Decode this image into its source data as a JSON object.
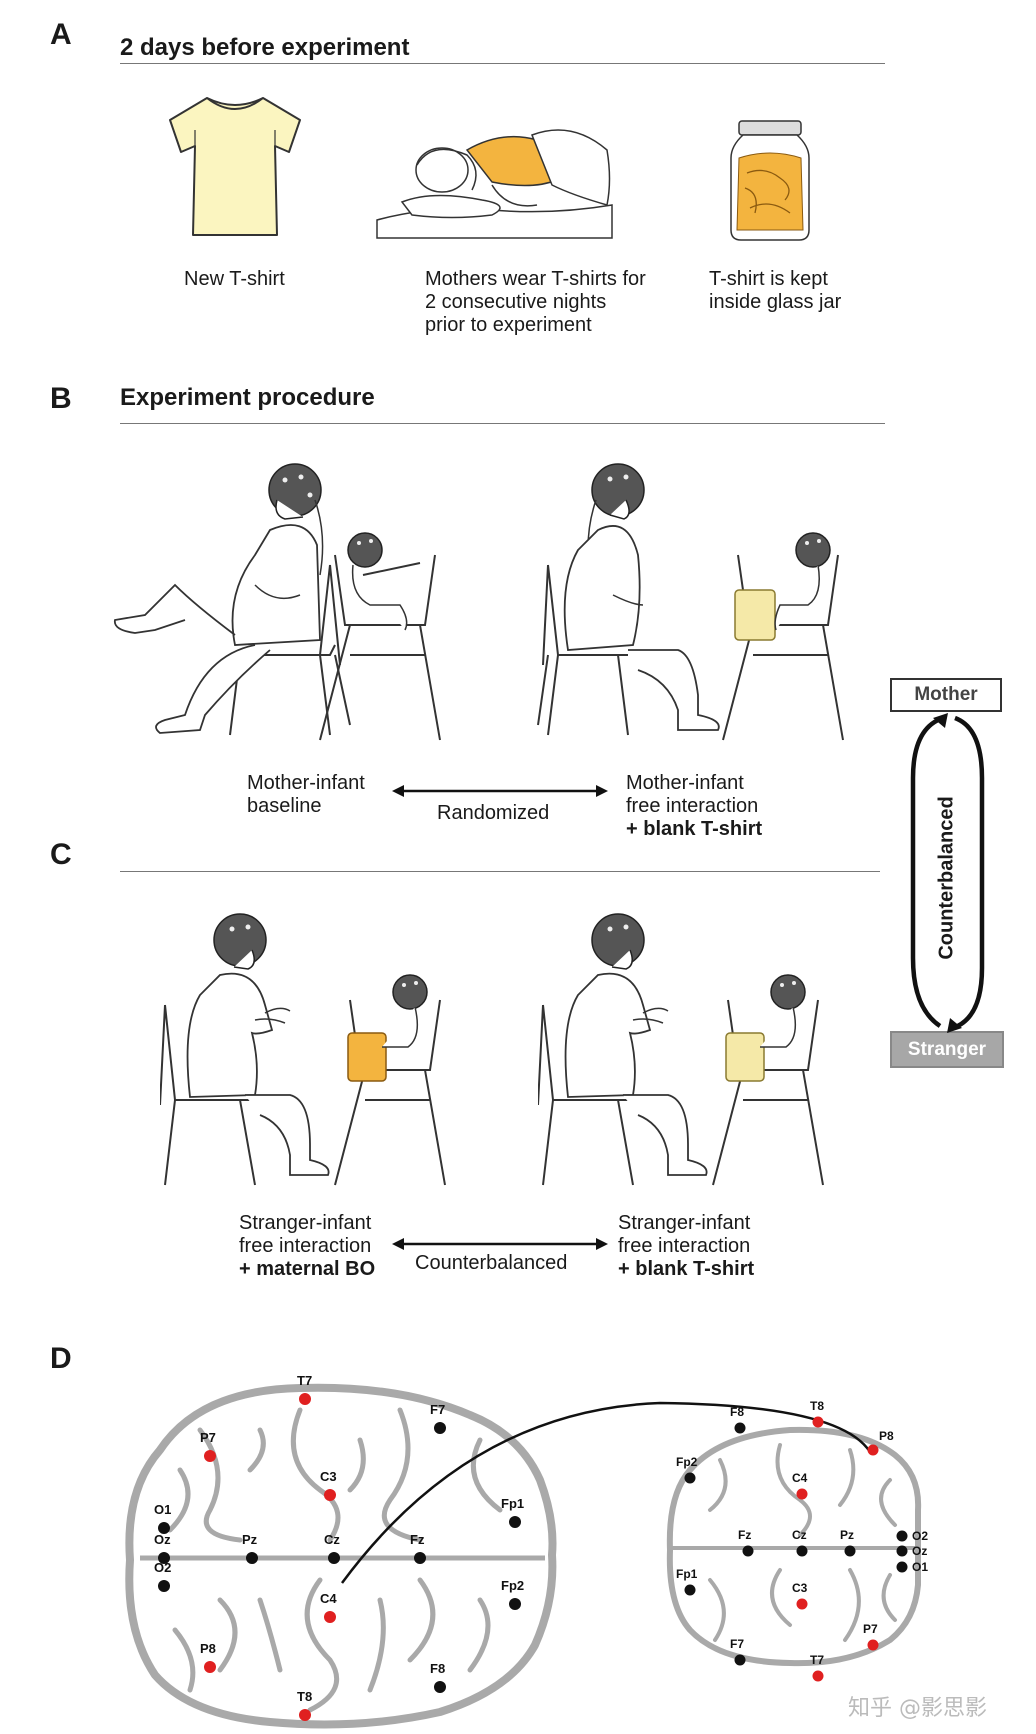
{
  "panels": {
    "a": {
      "letter": "A",
      "title": "2 days before experiment",
      "items": [
        {
          "caption": [
            "New T-shirt"
          ]
        },
        {
          "caption": [
            "Mothers wear T-shirts for",
            "2 consecutive nights",
            "prior to experiment"
          ]
        },
        {
          "caption": [
            "T-shirt is kept",
            "inside glass jar"
          ]
        }
      ]
    },
    "b": {
      "letter": "B",
      "title": "Experiment procedure",
      "left_caption": [
        "Mother-infant",
        "baseline"
      ],
      "middle_label": "Randomized",
      "right_caption": [
        "Mother-infant",
        "free interaction"
      ],
      "right_caption_bold": "+ blank T-shirt"
    },
    "c": {
      "letter": "C",
      "left_caption": [
        "Stranger-infant",
        "free interaction"
      ],
      "left_caption_bold": "+ maternal BO",
      "middle_label": "Counterbalanced",
      "right_caption": [
        "Stranger-infant",
        "free interaction"
      ],
      "right_caption_bold": "+ blank T-shirt"
    },
    "d": {
      "letter": "D",
      "large_brain_electrodes": [
        {
          "label": "T7",
          "color": "red"
        },
        {
          "label": "F7",
          "color": "black"
        },
        {
          "label": "P7",
          "color": "red"
        },
        {
          "label": "C3",
          "color": "red"
        },
        {
          "label": "Fp1",
          "color": "black"
        },
        {
          "label": "O1",
          "color": "black"
        },
        {
          "label": "Oz",
          "color": "black"
        },
        {
          "label": "Pz",
          "color": "black"
        },
        {
          "label": "Cz",
          "color": "black"
        },
        {
          "label": "Fz",
          "color": "black"
        },
        {
          "label": "O2",
          "color": "black"
        },
        {
          "label": "C4",
          "color": "red"
        },
        {
          "label": "Fp2",
          "color": "black"
        },
        {
          "label": "P8",
          "color": "red"
        },
        {
          "label": "F8",
          "color": "black"
        },
        {
          "label": "T8",
          "color": "red"
        }
      ],
      "small_brain_electrodes": [
        {
          "label": "F8",
          "color": "black"
        },
        {
          "label": "T8",
          "color": "red"
        },
        {
          "label": "P8",
          "color": "red"
        },
        {
          "label": "Fp2",
          "color": "black"
        },
        {
          "label": "C4",
          "color": "red"
        },
        {
          "label": "O2",
          "color": "black"
        },
        {
          "label": "Fz",
          "color": "black"
        },
        {
          "label": "Cz",
          "color": "black"
        },
        {
          "label": "Pz",
          "color": "black"
        },
        {
          "label": "Oz",
          "color": "black"
        },
        {
          "label": "Fp1",
          "color": "black"
        },
        {
          "label": "C3",
          "color": "red"
        },
        {
          "label": "O1",
          "color": "black"
        },
        {
          "label": "F7",
          "color": "black"
        },
        {
          "label": "T7",
          "color": "red"
        },
        {
          "label": "P7",
          "color": "red"
        }
      ]
    },
    "side": {
      "top_box": "Mother",
      "bottom_box": "Stranger",
      "loop_label": "Counterbalanced"
    },
    "watermark": "知乎 @影思影",
    "colors": {
      "electrode_red": "#e02020",
      "shirt_yellow": "#fbf5c0",
      "shirt_orange": "#f3b43f",
      "brain_gray": "#a9a9a9"
    }
  }
}
